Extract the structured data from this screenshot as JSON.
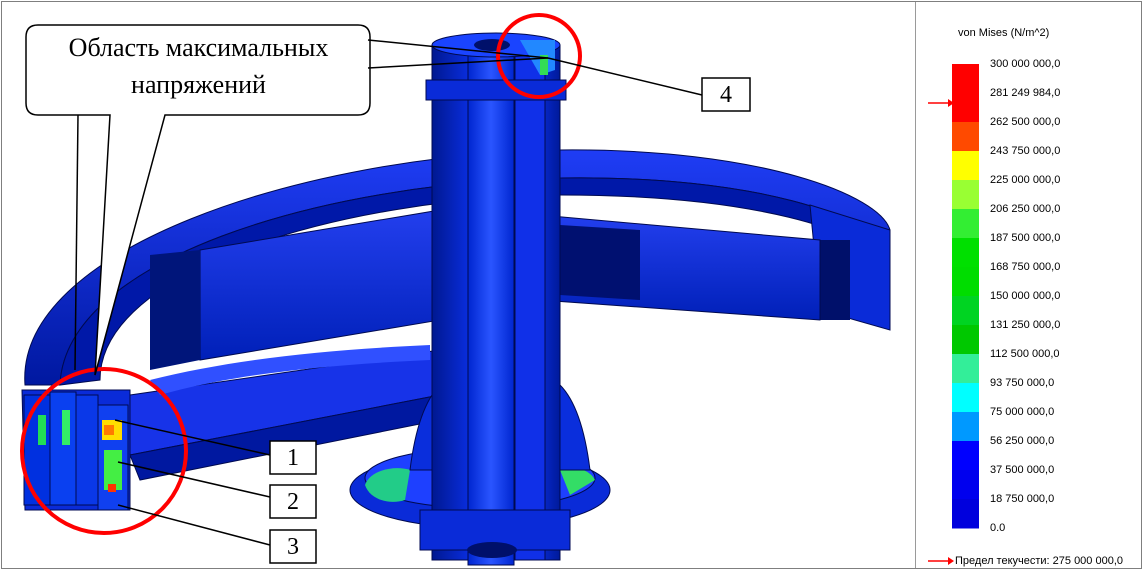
{
  "figure": {
    "callout": {
      "line1": "Область максимальных",
      "line2": "напряжений"
    },
    "markers": [
      "1",
      "2",
      "3",
      "4"
    ]
  },
  "legend": {
    "title": "von Mises (N/m^2)",
    "ticks": [
      "300 000 000,0",
      "281 249 984,0",
      "262 500 000,0",
      "243 750 000,0",
      "225 000 000,0",
      "206 250 000,0",
      "187 500 000,0",
      "168 750 000,0",
      "150 000 000,0",
      "131 250 000,0",
      "112 500 000,0",
      "93 750 000,0",
      "75 000 000,0",
      "56 250 000,0",
      "37 500 000,0",
      "18 750 000,0",
      "0.0"
    ],
    "band_colors": [
      "#ff0000",
      "#ff0000",
      "#ff4a00",
      "#ffff00",
      "#99ff33",
      "#33ee33",
      "#00e000",
      "#00dd00",
      "#00d422",
      "#00c800",
      "#33ee99",
      "#00ffff",
      "#0099ff",
      "#0000ff",
      "#0000ee",
      "#0000dd"
    ],
    "yield_note": "Предел текучести: 275 000 000,0",
    "arrow_color": "#ff0000"
  },
  "colors": {
    "model_dark": "#001a6e",
    "model_mid": "#0020c8",
    "model_light": "#1f3df5",
    "highlight_circle": "#ff0000"
  }
}
